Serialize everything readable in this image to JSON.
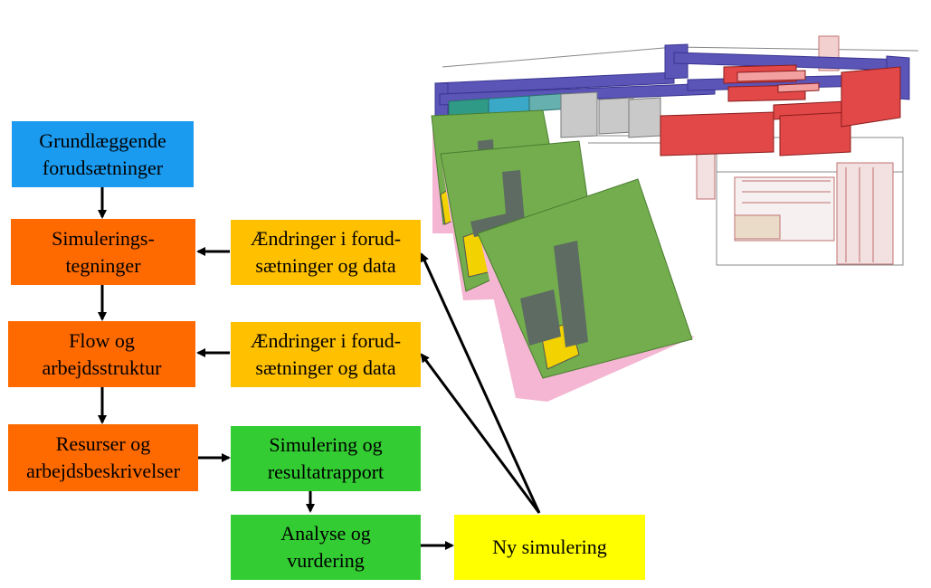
{
  "boxes": {
    "grundlaeggende": {
      "line1": "Grundlæggende",
      "line2": "forudsætninger"
    },
    "simuleringstegninger": {
      "line1": "Simulerings-",
      "line2": "tegninger"
    },
    "flow": {
      "line1": "Flow og",
      "line2": "arbejdsstruktur"
    },
    "resurser": {
      "line1": "Resurser og",
      "line2": "arbejdsbeskrivelser"
    },
    "aendringer1": {
      "line1": "Ændringer i forud-",
      "line2": "sætninger og data"
    },
    "aendringer2": {
      "line1": "Ændringer i forud-",
      "line2": "sætninger og data"
    },
    "simulering": {
      "line1": "Simulering og",
      "line2": "resultatrapport"
    },
    "analyse": {
      "line1": "Analyse og",
      "line2": "vurdering"
    },
    "ny_simulering": {
      "line1": "Ny simulering"
    }
  },
  "colors": {
    "blue": "#1a9bf0",
    "orange": "#ff6a00",
    "gold": "#ffc000",
    "green": "#33cc33",
    "yellow": "#ffff00"
  },
  "illustration": {
    "name": "warehouse-3d-layout-with-forklift-views"
  }
}
